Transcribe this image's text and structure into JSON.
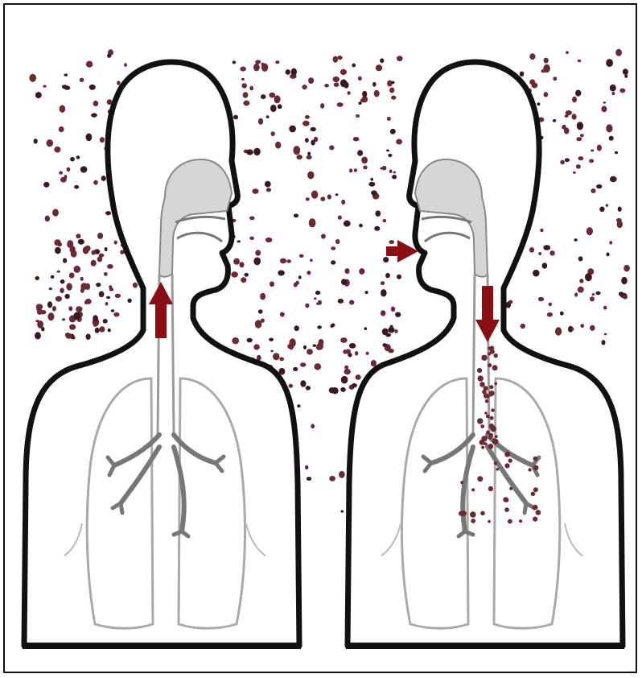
{
  "figure": {
    "subject": "airborne-transmission",
    "colors": {
      "outline": "#111111",
      "lung_outline": "#9a9a9a",
      "airway_fill": "#d6d6d6",
      "particle": "#6b2a32",
      "particle_dark": "#3a1a1e",
      "arrow": "#8a0f15"
    },
    "people": [
      {
        "id": "source-person",
        "faces": "right",
        "arrow_direction": "up"
      },
      {
        "id": "receiving-person",
        "faces": "left",
        "arrow_direction": "down"
      }
    ],
    "particle_cloud": {
      "shown": true,
      "particle_count": 520
    },
    "inhalation_arrow": {
      "shown": true,
      "direction": "right"
    }
  }
}
